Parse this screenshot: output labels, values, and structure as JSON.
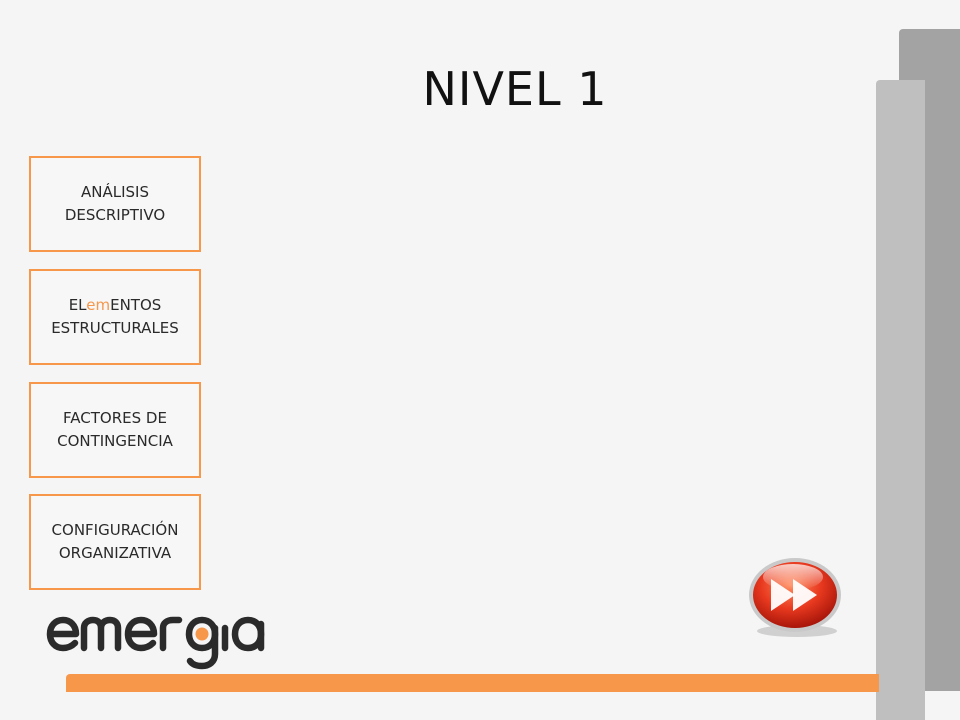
{
  "slide": {
    "title": "NIVEL 1"
  },
  "nav": [
    {
      "lines": [
        "ANÁLISIS",
        "DESCRIPTIVO"
      ]
    },
    {
      "line1_pre": "EL",
      "line1_hl": "em",
      "line1_post": "ENTOS",
      "line2": "ESTRUCTURALES"
    },
    {
      "lines": [
        "FACTORES DE",
        "CONTINGENCIA"
      ]
    },
    {
      "lines": [
        "CONFIGURACIÓN",
        "ORGANIZATIVA"
      ]
    }
  ],
  "logo": {
    "text": "emergia"
  },
  "colors": {
    "accent": "#f6974a",
    "button_red": "#e8391f",
    "bar_dark": "#a3a3a3",
    "bar_light": "#bfbfbf",
    "logo_dark": "#2b2b2b"
  },
  "icons": {
    "next_button": "fast-forward-icon"
  }
}
